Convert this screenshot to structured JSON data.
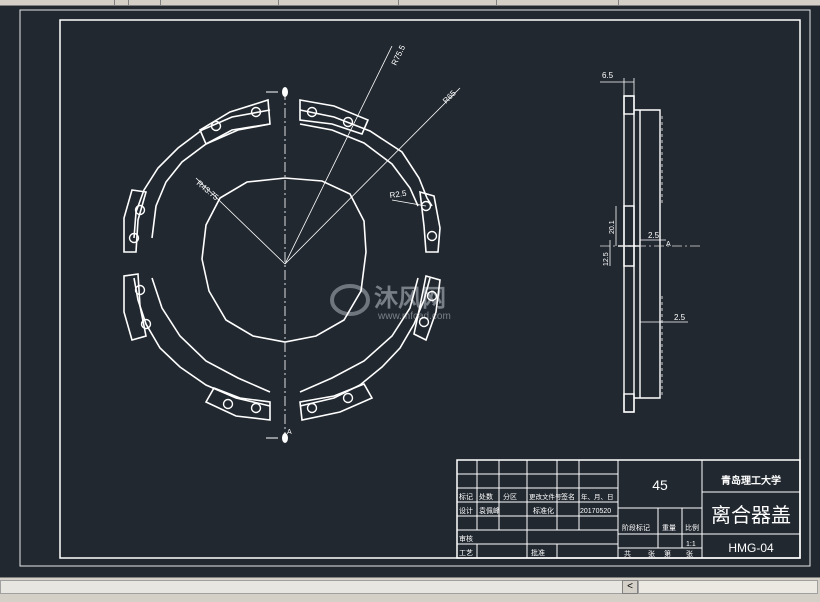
{
  "drawing": {
    "dim_r75": "R75.5",
    "dim_r65": "R65",
    "dim_r4375": "R43.75",
    "dim_r25": "R2.5",
    "dim_65": "6.5",
    "dim_201": "20.1",
    "dim_125": "12.5",
    "dim_25a": "2.5",
    "dim_25b": "2.5",
    "section_mark": "A",
    "section_mark_bottom": "A"
  },
  "title_block": {
    "material": "45",
    "university": "青岛理工大学",
    "part_name": "离合器盖",
    "drawing_no": "HMG-04",
    "row_labels": [
      "标记",
      "处数",
      "分区",
      "更改文件号",
      "签名",
      "年、月、日"
    ],
    "designer_label": "设计",
    "designer_name": "袁佩峰",
    "standardize_label": "标准化",
    "date": "20170520",
    "stage_label": "阶段标记",
    "weight_label": "重量",
    "scale_label": "比例",
    "scale_value": "1:1",
    "review_label": "审核",
    "process_label": "工艺",
    "approve_label": "批准",
    "sheets_total": "共",
    "sheets_unit": "张",
    "sheet_no": "第",
    "sheet_unit": "张"
  },
  "watermark": {
    "brand": "沐风网",
    "url": "www.mfcad.com"
  },
  "statusbar": {
    "scroll_left": "<"
  }
}
